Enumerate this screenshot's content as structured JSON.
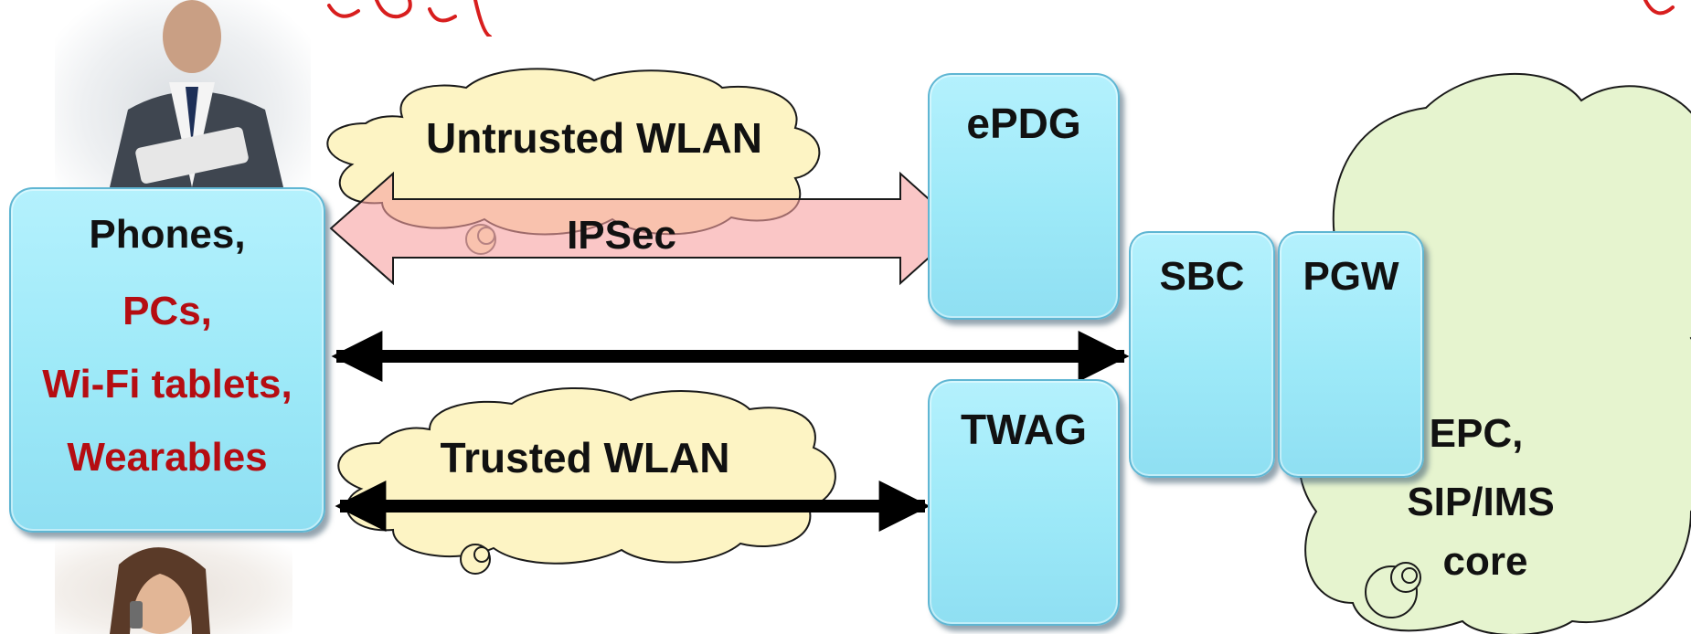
{
  "devices": {
    "line1": "Phones,",
    "line2": "PCs,",
    "line3": "Wi-Fi tablets,",
    "line4": "Wearables"
  },
  "clouds": {
    "untrusted": "Untrusted WLAN",
    "trusted": "Trusted WLAN",
    "core_line1": "EPC,",
    "core_line2": "SIP/IMS",
    "core_line3": "core"
  },
  "tunnel": {
    "label": "IPSec"
  },
  "nodes": {
    "epdg": "ePDG",
    "twag": "TWAG",
    "sbc": "SBC",
    "pgw": "PGW"
  },
  "colors": {
    "box_fill": "#9de9f8",
    "box_border": "#5fb6d3",
    "wlan_cloud": "#fdf4c4",
    "core_cloud": "#e6f4cf",
    "tunnel": "#f7b8b8",
    "highlight_text": "#b50d12",
    "header_text": "#d81e1e"
  },
  "icons": {
    "person_top": "businessman-photo",
    "person_bottom": "woman-on-phone-photo"
  }
}
